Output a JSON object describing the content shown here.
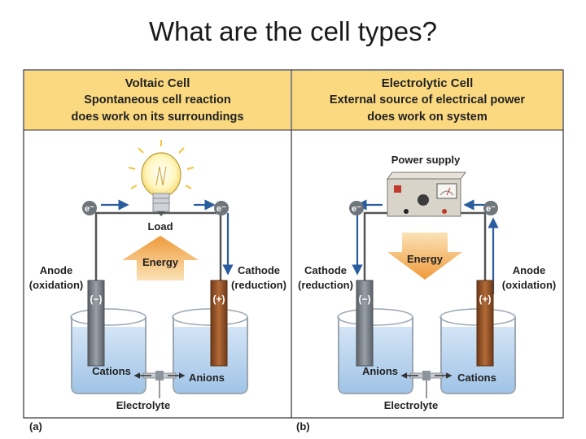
{
  "title": "What are the cell types?",
  "panels": [
    {
      "header": {
        "title": "Voltaic Cell",
        "line1": "Spontaneous cell reaction",
        "line2": "does work on its surroundings"
      },
      "load_label": "Load",
      "energy_label": "Energy",
      "left_electrode": {
        "label": "Anode",
        "sub": "(oxidation)",
        "sign": "(−)"
      },
      "right_electrode": {
        "label": "Cathode",
        "sub": "(reduction)",
        "sign": "(+)"
      },
      "electron_symbol": "e⁻",
      "left_ion": "Cations",
      "right_ion": "Anions",
      "electrolyte": "Electrolyte",
      "panel_tag": "(a)"
    },
    {
      "header": {
        "title": "Electrolytic Cell",
        "line1": "External source of electrical power",
        "line2": "does work on system"
      },
      "power_label": "Power supply",
      "energy_label": "Energy",
      "left_electrode": {
        "label": "Cathode",
        "sub": "(reduction)",
        "sign": "(−)"
      },
      "right_electrode": {
        "label": "Anode",
        "sub": "(oxidation)",
        "sign": "(+)"
      },
      "electron_symbol": "e⁻",
      "left_ion": "Anions",
      "right_ion": "Cations",
      "electrolyte": "Electrolyte",
      "panel_tag": "(b)"
    }
  ],
  "colors": {
    "header_bg": "#fbd980",
    "arrow_blue": "#2a5d9e",
    "energy_orange": "#f0a848",
    "anode_gray": "#7b8088",
    "cathode_copper": "#9a5a2e",
    "solution": "#a9c9ea"
  }
}
